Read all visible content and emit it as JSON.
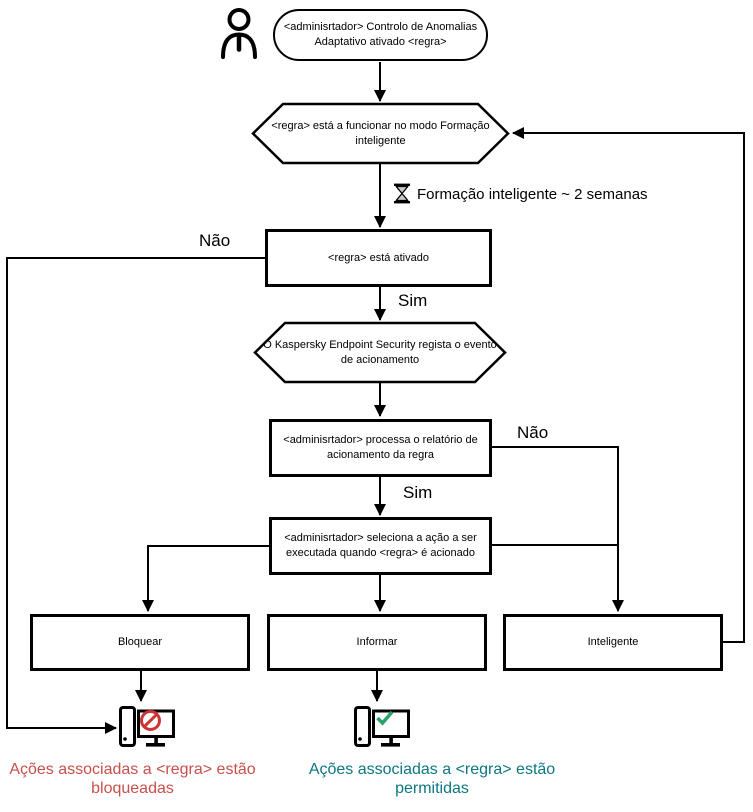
{
  "flow": {
    "start": "<adminisrtador> Controlo de Anomalias Adaptativo ativado <regra>",
    "training_mode": "<regra> está a funcionar no modo Formação inteligente",
    "training_duration": "Formação inteligente ~ 2 semanas",
    "rule_enabled": "<regra> está ativado",
    "event_log": "O Kaspersky Endpoint Security regista o evento de acionamento",
    "process_report": "<adminisrtador> processa o relatório de acionamento da regra",
    "select_action": "<adminisrtador> seleciona a ação a ser executada quando <regra> é acionado",
    "action_block": "Bloquear",
    "action_inform": "Informar",
    "action_smart": "Inteligente",
    "label_no_1": "Não",
    "label_yes_1": "Sim",
    "label_no_2": "Não",
    "label_yes_2": "Sim",
    "outcome_blocked": "Ações associadas a <regra> estão bloqueadas",
    "outcome_allowed": "Ações associadas a <regra> estão permitidas"
  },
  "icons": {
    "actor": "person-icon",
    "wait": "hourglass-icon",
    "blocked_pc": "computer-blocked-icon",
    "allowed_pc": "computer-allowed-icon"
  },
  "colors": {
    "line": "#000000",
    "blocked_text": "#c8504a",
    "allowed_text": "#0d7680",
    "prohibition": "#cf3434",
    "check": "#2aa36b",
    "hourglass_fill": "#c9c9c9"
  }
}
